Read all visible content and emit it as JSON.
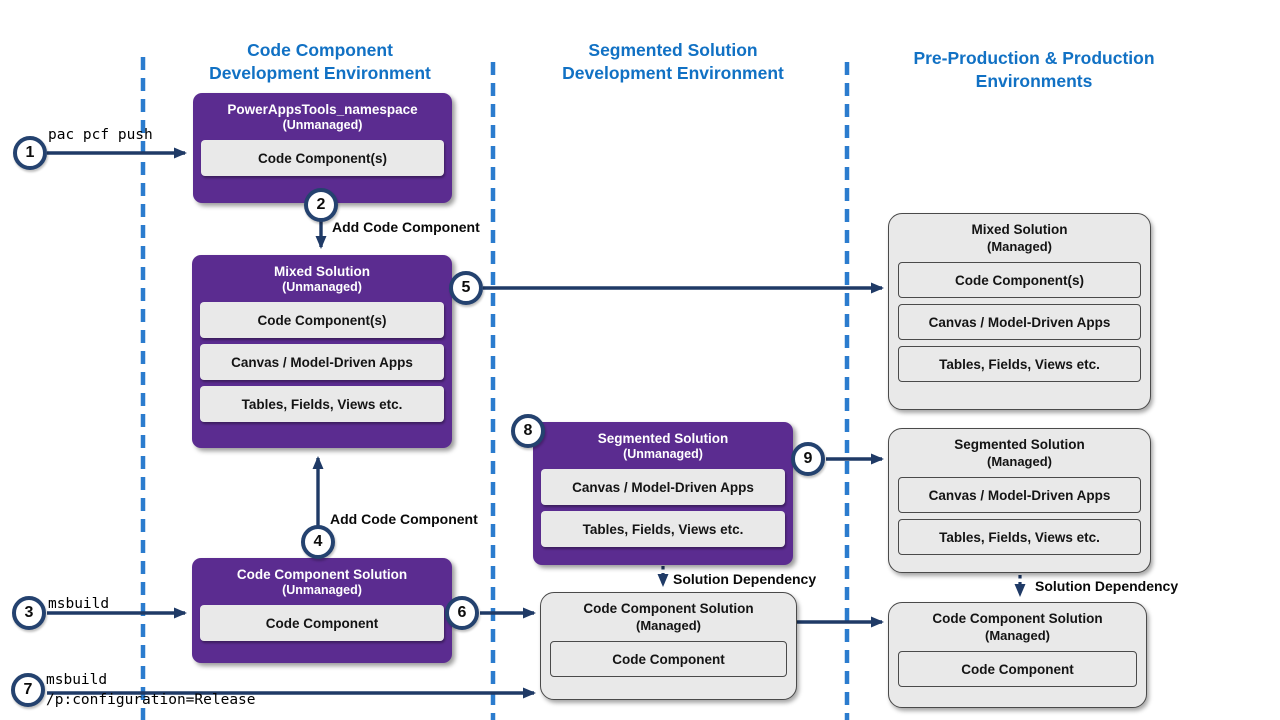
{
  "headers": [
    {
      "line1": "Code Component",
      "line2": "Development Environment"
    },
    {
      "line1": "Segmented Solution",
      "line2": "Development Environment"
    },
    {
      "line1": "Pre-Production & Production",
      "line2": "Environments"
    }
  ],
  "boxes": {
    "powerappstools": {
      "title": "PowerAppsTools_namespace",
      "subtitle": "(Unmanaged)",
      "items": [
        "Code Component(s)"
      ]
    },
    "mixed_unmanaged": {
      "title": "Mixed Solution",
      "subtitle": "(Unmanaged)",
      "items": [
        "Code Component(s)",
        "Canvas / Model-Driven Apps",
        "Tables, Fields, Views etc."
      ]
    },
    "code_component_solution_unmanaged": {
      "title": "Code Component Solution",
      "subtitle": "(Unmanaged)",
      "items": [
        "Code Component"
      ]
    },
    "segmented_unmanaged": {
      "title": "Segmented Solution",
      "subtitle": "(Unmanaged)",
      "items": [
        "Canvas / Model-Driven Apps",
        "Tables, Fields, Views etc."
      ]
    },
    "mixed_managed": {
      "title": "Mixed Solution",
      "subtitle": "(Managed)",
      "items": [
        "Code Component(s)",
        "Canvas / Model-Driven Apps",
        "Tables, Fields, Views etc."
      ]
    },
    "segmented_managed": {
      "title": "Segmented Solution",
      "subtitle": "(Managed)",
      "items": [
        "Canvas / Model-Driven Apps",
        "Tables, Fields, Views etc."
      ]
    },
    "code_component_solution_managed_mid": {
      "title": "Code Component Solution",
      "subtitle": "(Managed)",
      "items": [
        "Code Component"
      ]
    },
    "code_component_solution_managed_right": {
      "title": "Code Component Solution",
      "subtitle": "(Managed)",
      "items": [
        "Code Component"
      ]
    }
  },
  "steps": [
    "1",
    "2",
    "3",
    "4",
    "5",
    "6",
    "7",
    "8",
    "9"
  ],
  "labels": {
    "pac_pcf_push": "pac pcf push",
    "msbuild": "msbuild",
    "msbuild_release_line1": "msbuild",
    "msbuild_release_line2": "/p:configuration=Release",
    "add_code_component_top": "Add Code Component",
    "add_code_component_bottom": "Add Code Component",
    "solution_dependency_mid": "Solution Dependency",
    "solution_dependency_right": "Solution Dependency"
  },
  "colors": {
    "unmanaged_purple": "#5B2C90",
    "managed_gray": "#E9E9E9",
    "header_blue": "#1171C4",
    "lane_divider_blue": "#2B7CCE",
    "arrow_navy": "#1F3A66"
  }
}
